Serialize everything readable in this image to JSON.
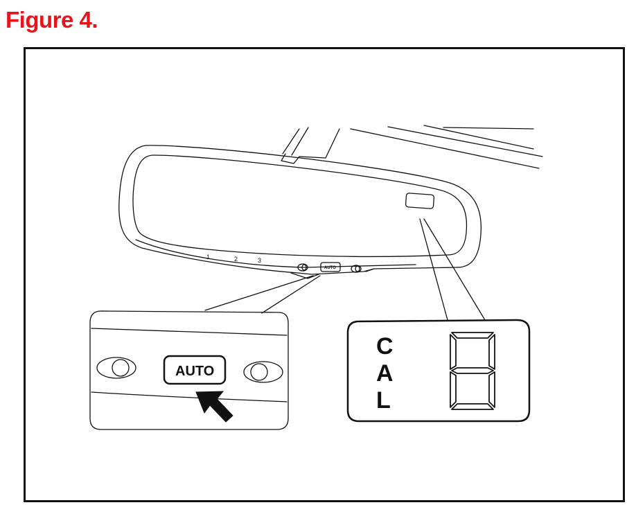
{
  "figure": {
    "title": "Figure 4."
  },
  "mirror": {
    "preset_labels": [
      "1",
      "2",
      "3"
    ],
    "auto_button_label": "AUTO"
  },
  "callout_auto": {
    "button_label": "AUTO"
  },
  "callout_display": {
    "letters": [
      "C",
      "A",
      "L"
    ],
    "display_digit_lit_segments": [
      "a",
      "b",
      "c",
      "d",
      "e",
      "f",
      "g"
    ]
  },
  "colors": {
    "title": "#e8141b",
    "line": "#111111"
  },
  "icons": [
    "arrow-pointer-icon",
    "seven-segment-digit-icon",
    "oval-button-icon"
  ]
}
